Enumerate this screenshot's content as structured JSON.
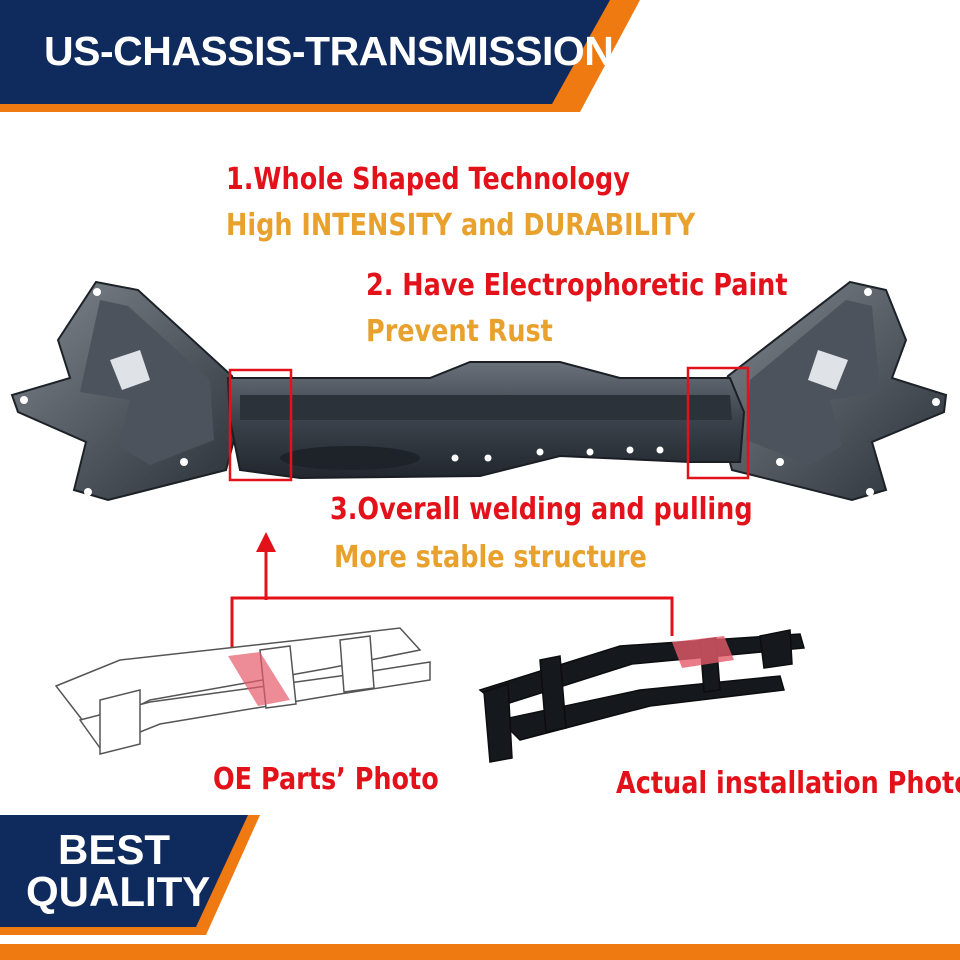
{
  "banner": {
    "title": "US-CHASSIS-TRANSMISSION"
  },
  "features": [
    {
      "title": "1.Whole Shaped Technology",
      "subtitle": "High INTENSITY and DURABILITY"
    },
    {
      "title": "2. Have Electrophoretic Paint",
      "subtitle": "Prevent Rust"
    },
    {
      "title": "3.Overall welding and pulling",
      "subtitle": "More stable structure"
    }
  ],
  "captions": {
    "oe": "OE Parts’ Photo",
    "actual": "Actual installation Photo"
  },
  "badge": {
    "line1": "BEST",
    "line2": "QUALITY"
  },
  "colors": {
    "navy": "#0f2a5c",
    "orange_stripe": "#f07a12",
    "title_red": "#e3121a",
    "subtitle_orange": "#e8a12d",
    "part_gray": "#3f4650"
  }
}
